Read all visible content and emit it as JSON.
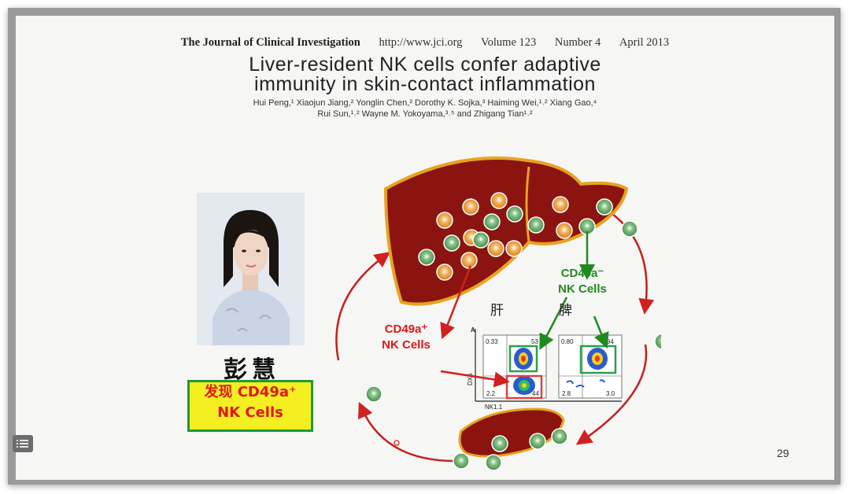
{
  "journal_header": {
    "name": "The Journal of Clinical Investigation",
    "url": "http://www.jci.org",
    "volume": "Volume 123",
    "number": "Number 4",
    "date": "April 2013"
  },
  "paper": {
    "title_line1": "Liver-resident NK cells confer adaptive",
    "title_line2": "immunity in skin-contact inflammation",
    "authors_line1": "Hui Peng,¹ Xiaojun Jiang,² Yonglin Chen,² Dorothy K. Sojka,³ Haiming Wei,¹˒² Xiang Gao,⁴",
    "authors_line2": "Rui Sun,¹˒² Wayne M. Yokoyama,³˒⁵ and Zhigang Tian¹˒²"
  },
  "researcher": {
    "name": "彭慧",
    "discovery_line1": "发现 CD49a⁺",
    "discovery_line2": "NK Cells"
  },
  "diagram": {
    "label_negative_line1": "CD49a⁻",
    "label_negative_line2": "NK Cells",
    "label_positive_line1": "CD49a⁺",
    "label_positive_line2": "NK Cells",
    "organ_liver": "肝",
    "organ_spleen": "脾",
    "facs": {
      "y_axis": "DX5",
      "x_axis": "NK1.1",
      "marker": "A",
      "liver_q_ul": "0.33",
      "liver_q_ur": "53",
      "liver_q_ll": "2.2",
      "liver_q_lr": "44",
      "spleen_q_ul": "0.80",
      "spleen_q_ur": "94",
      "spleen_q_ll": "2.8",
      "spleen_q_lr": "3.0"
    }
  },
  "slide": {
    "page_number": "29"
  },
  "colors": {
    "organ_fill": "#8b1410",
    "organ_outline": "#e8a31e",
    "arrow_red": "#d12020",
    "arrow_green": "#1f8a1f",
    "box_yellow": "#f4ef21",
    "box_border": "#1f9a3a"
  },
  "icons": {
    "menu": "slide-menu-icon"
  }
}
